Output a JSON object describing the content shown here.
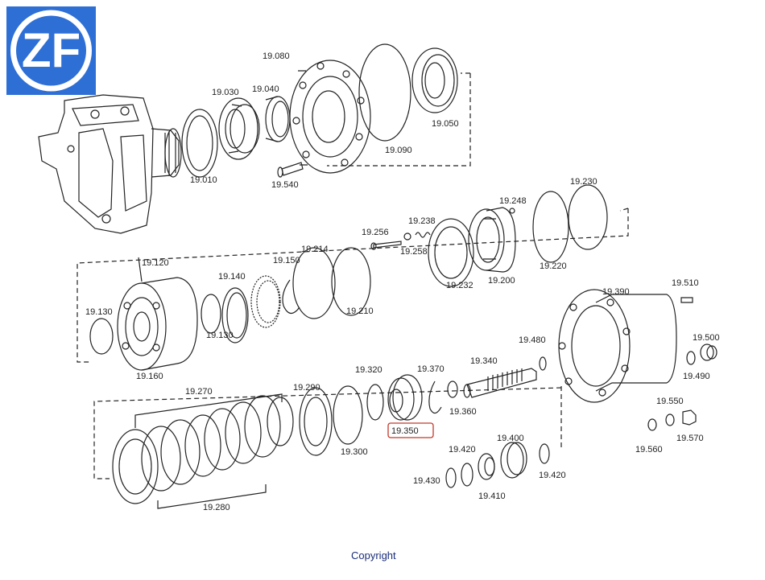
{
  "logo": {
    "text": "ZF",
    "bg_color": "#2e6fd6",
    "fg_color": "#ffffff"
  },
  "labels": {
    "l19080": "19.080",
    "l19030": "19.030",
    "l19040": "19.040",
    "l19010": "19.010",
    "l19540": "19.540",
    "l19090": "19.090",
    "l19050": "19.050",
    "l19248": "19.248",
    "l19230": "19.230",
    "l19238": "19.238",
    "l19256": "19.256",
    "l19258": "19.258",
    "l19232": "19.232",
    "l19200": "19.200",
    "l19220": "19.220",
    "l19120": "19.120",
    "l19214": "19.214",
    "l19150": "19.150",
    "l19140": "19.140",
    "l19130a": "19.130",
    "l19130b": "19.130",
    "l19210": "19.210",
    "l19160": "19.160",
    "l19390": "19.390",
    "l19510": "19.510",
    "l19480": "19.480",
    "l19500": "19.500",
    "l19340": "19.340",
    "l19490": "19.490",
    "l19320": "19.320",
    "l19370": "19.370",
    "l19270": "19.270",
    "l19290": "19.290",
    "l19360": "19.360",
    "l19350": "19.350",
    "l19550": "19.550",
    "l19300": "19.300",
    "l19400": "19.400",
    "l19570": "19.570",
    "l19560": "19.560",
    "l19420a": "19.420",
    "l19420b": "19.420",
    "l19430": "19.430",
    "l19410": "19.410",
    "l19280": "19.280"
  },
  "highlight": {
    "part": "19.350",
    "color": "#c0392b"
  },
  "footer": {
    "copyright": "Copyright"
  }
}
